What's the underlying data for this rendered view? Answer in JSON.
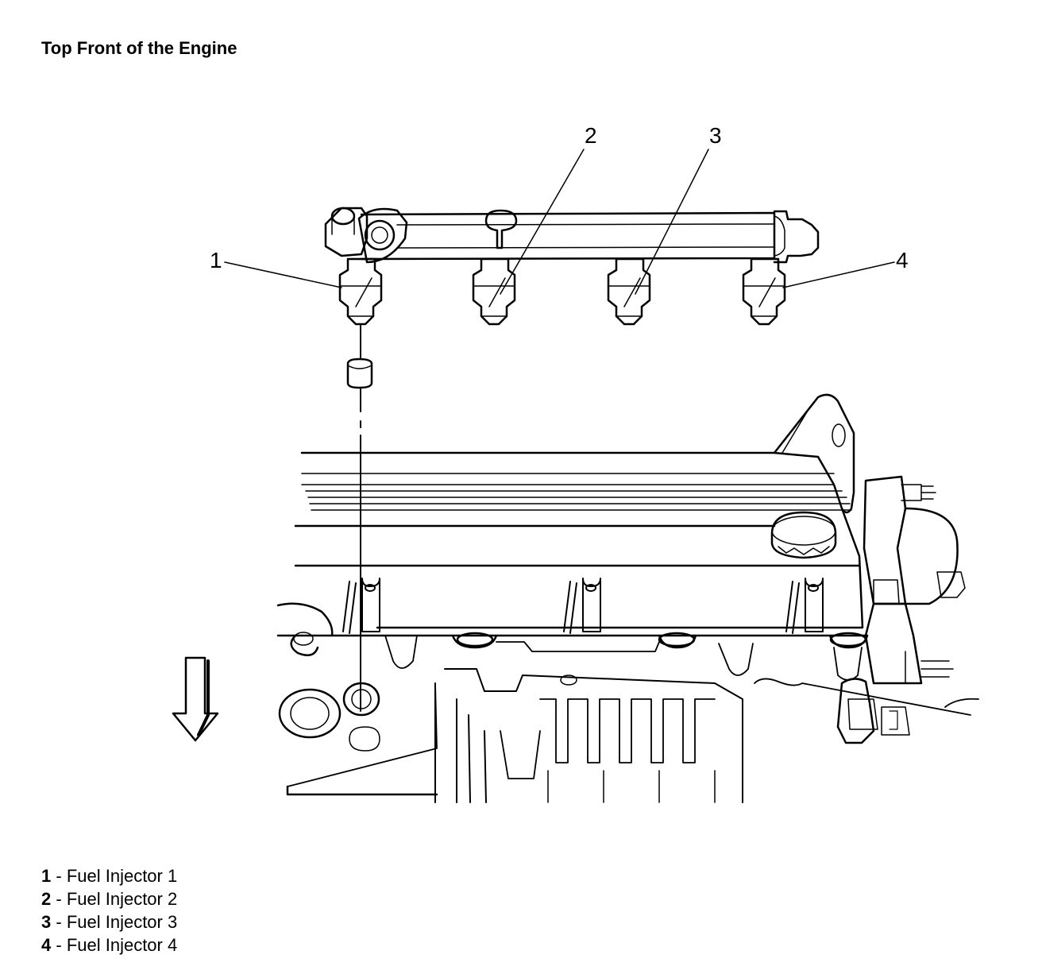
{
  "title": "Top Front of the Engine",
  "callouts": [
    "1",
    "2",
    "3",
    "4"
  ],
  "legend": [
    {
      "num": "1",
      "sep": " - ",
      "label": "Fuel Injector 1"
    },
    {
      "num": "2",
      "sep": " - ",
      "label": "Fuel Injector 2"
    },
    {
      "num": "3",
      "sep": " - ",
      "label": "Fuel Injector 3"
    },
    {
      "num": "4",
      "sep": " - ",
      "label": "Fuel Injector 4"
    }
  ],
  "icons": {
    "direction": "down-arrow-icon"
  },
  "colors": {
    "line": "#000000",
    "background": "#ffffff"
  }
}
